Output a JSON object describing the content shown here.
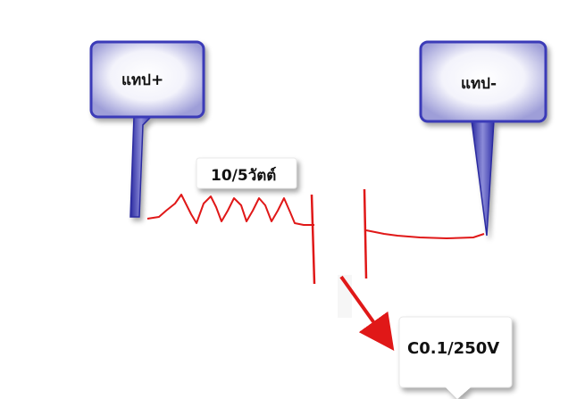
{
  "callouts": {
    "positive_terminal": "แทป+",
    "negative_terminal": "แทป-",
    "resistor": "10/5วัตต์",
    "capacitor": "C0.1/250V"
  },
  "colors": {
    "wire": "#e01818",
    "callout_border": "#3a3ab8",
    "callout_fill": "#ffffff",
    "arrow": "#e01818"
  }
}
